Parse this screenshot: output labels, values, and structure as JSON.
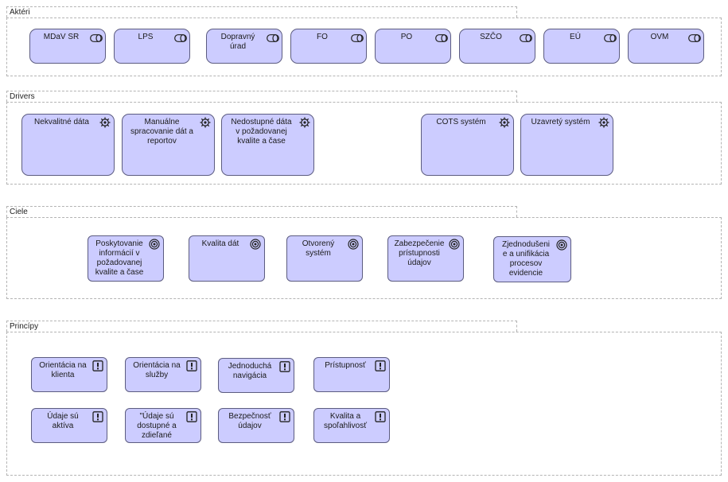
{
  "groups": {
    "aktori": {
      "label": "Aktéri",
      "items": [
        {
          "label": "MDaV SR",
          "icon": "role-icon"
        },
        {
          "label": "LPS",
          "icon": "role-icon"
        },
        {
          "label": "Dopravný\núrad",
          "icon": "role-icon"
        },
        {
          "label": "FO",
          "icon": "role-icon"
        },
        {
          "label": "PO",
          "icon": "role-icon"
        },
        {
          "label": "SZČO",
          "icon": "role-icon"
        },
        {
          "label": "EÚ",
          "icon": "role-icon"
        },
        {
          "label": "OVM",
          "icon": "role-icon"
        }
      ]
    },
    "drivers": {
      "label": "Drivers",
      "items": [
        {
          "label": "Nekvalitné dáta",
          "icon": "driver-icon"
        },
        {
          "label": "Manuálne\nspracovanie dát a\nreportov",
          "icon": "driver-icon"
        },
        {
          "label": "Nedostupné dáta\nv požadovanej\nkvalite a čase",
          "icon": "driver-icon"
        },
        {
          "label": "COTS systém",
          "icon": "driver-icon"
        },
        {
          "label": "Uzavretý systém",
          "icon": "driver-icon"
        }
      ]
    },
    "ciele": {
      "label": "Ciele",
      "items": [
        {
          "label": "Poskytovanie\ninformácií v\npožadovanej\nkvalite a čase",
          "icon": "goal-icon"
        },
        {
          "label": "Kvalita dát",
          "icon": "goal-icon"
        },
        {
          "label": "Otvorený\nsystém",
          "icon": "goal-icon"
        },
        {
          "label": "Zabezpečenie\nprístupnosti\núdajov",
          "icon": "goal-icon"
        },
        {
          "label": "Zjednodušeni\ne a unifikácia\nprocesov\nevidencie",
          "icon": "goal-icon"
        }
      ]
    },
    "principy": {
      "label": "Princípy",
      "items": [
        {
          "label": "Orientácia na\nklienta",
          "icon": "principle-icon"
        },
        {
          "label": "Orientácia na\nslužby",
          "icon": "principle-icon"
        },
        {
          "label": "Jednoduchá\nnavigácia",
          "icon": "principle-icon"
        },
        {
          "label": "Prístupnosť",
          "icon": "principle-icon"
        },
        {
          "label": "Údaje sú\naktíva",
          "icon": "principle-icon"
        },
        {
          "label": "\"Údaje sú\ndostupné a\nzdieľané",
          "icon": "principle-icon"
        },
        {
          "label": "Bezpečnosť\núdajov",
          "icon": "principle-icon"
        },
        {
          "label": "Kvalita a\nspoľahlivosť",
          "icon": "principle-icon"
        }
      ]
    }
  }
}
